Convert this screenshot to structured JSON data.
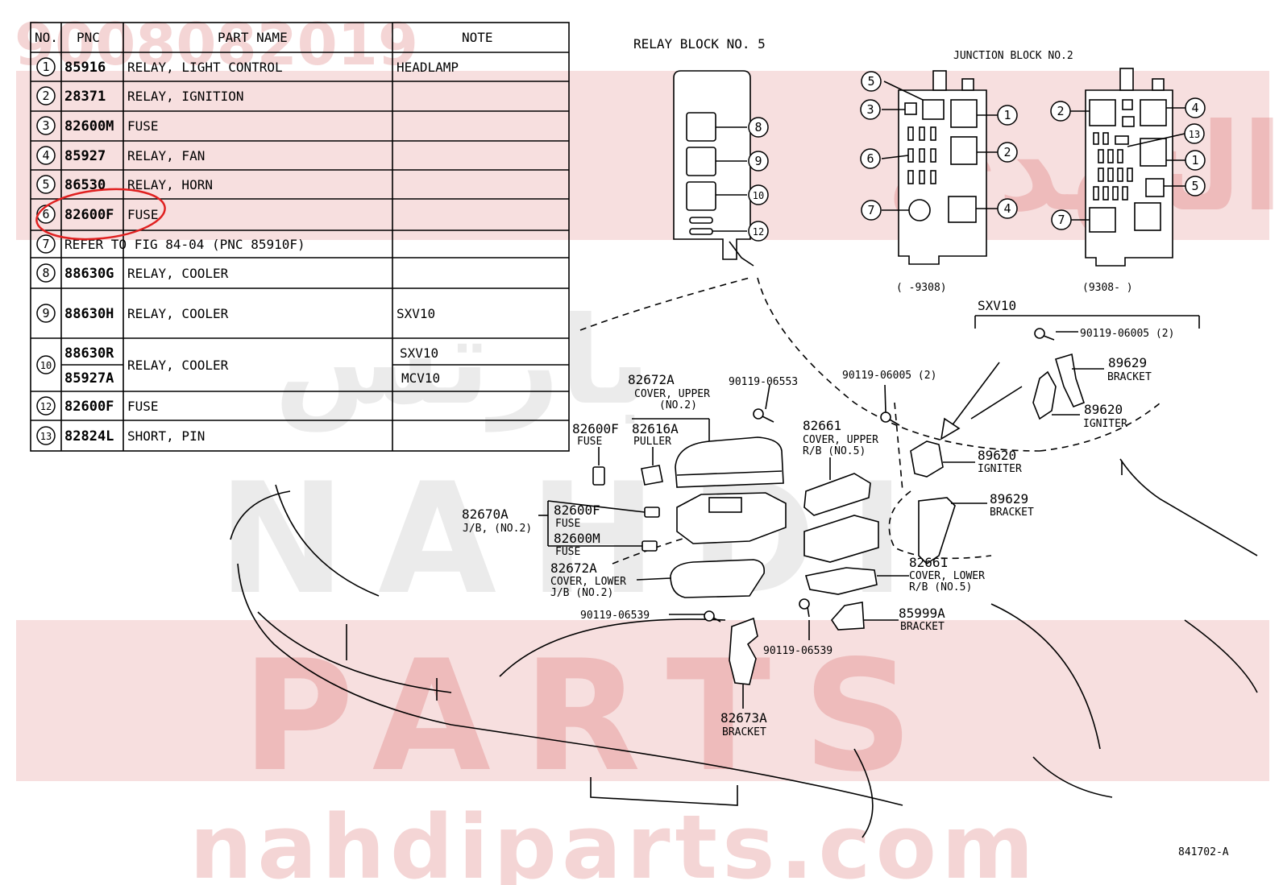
{
  "watermark": {
    "part_number": "9008082019",
    "arabic_top": "النهدي",
    "arabic_mid": "بارتس",
    "word1": "NAHDI",
    "word2": "PARTS",
    "site": "nahdiparts.com",
    "color": "#c81e1e"
  },
  "highlight_color": "#e02020",
  "table": {
    "headers": {
      "no": "NO.",
      "pnc": "PNC",
      "part_name": "PART NAME",
      "note": "NOTE"
    },
    "rows": [
      {
        "no": "1",
        "pnc": "85916",
        "name": "RELAY, LIGHT CONTROL",
        "note": "HEADLAMP"
      },
      {
        "no": "2",
        "pnc": "28371",
        "name": "RELAY, IGNITION",
        "note": ""
      },
      {
        "no": "3",
        "pnc": "82600M",
        "name": "FUSE",
        "note": ""
      },
      {
        "no": "4",
        "pnc": "85927",
        "name": "RELAY, FAN",
        "note": ""
      },
      {
        "no": "5",
        "pnc": "86530",
        "name": "RELAY, HORN",
        "note": ""
      },
      {
        "no": "6",
        "pnc": "82600F",
        "name": "FUSE",
        "note": ""
      },
      {
        "no": "7",
        "pnc": "",
        "name": "REFER TO FIG 84-04    (PNC 85910F)",
        "note": ""
      },
      {
        "no": "8",
        "pnc": "88630G",
        "name": "RELAY, COOLER",
        "note": ""
      },
      {
        "no": "9",
        "pnc": "88630H",
        "name": "RELAY, COOLER",
        "note": "SXV10"
      },
      {
        "no": "10",
        "pnc": "88630R",
        "pnc2": "85927A",
        "name": "RELAY, COOLER",
        "note": "SXV10",
        "note2": "MCV10"
      },
      {
        "no": "12",
        "pnc": "82600F",
        "name": "FUSE",
        "note": ""
      },
      {
        "no": "13",
        "pnc": "82824L",
        "name": "SHORT, PIN",
        "note": ""
      }
    ]
  },
  "relay_block": {
    "title": "RELAY BLOCK NO. 5",
    "callouts": [
      "8",
      "9",
      "10",
      "12"
    ]
  },
  "junction_block": {
    "title": "JUNCTION BLOCK NO.2",
    "left_range": "(      -9308)",
    "right_range": "(9308-      )",
    "left_callouts": [
      "5",
      "3",
      "6",
      "7",
      "1",
      "2",
      "4"
    ],
    "right_callouts": [
      "2",
      "4",
      "13",
      "1",
      "5",
      "7"
    ]
  },
  "labels": {
    "sxv10": "SXV10",
    "bolt_a": "90119-06005 (2)",
    "bracket_89629_a": "89629",
    "bracket_a": "BRACKET",
    "igniter_89620_a": "89620",
    "igniter_a": "IGNITER",
    "bolt_b": "90119-06005 (2)",
    "bolt_c": "90119-06553",
    "cover_upper_no2_pnc": "82672A",
    "cover_upper_no2_1": "COVER, UPPER",
    "cover_upper_no2_2": "(NO.2)",
    "fuse_82600f_pnc": "82600F",
    "fuse_82600f": "FUSE",
    "puller_pnc": "82616A",
    "puller": "PULLER",
    "cover_upper_rb_pnc": "82661",
    "cover_upper_rb_1": "COVER, UPPER",
    "cover_upper_rb_2": "R/B (NO.5)",
    "igniter_89620_b": "89620",
    "igniter_b": "IGNITER",
    "bracket_89629_b": "89629",
    "bracket_b": "BRACKET",
    "jb_pnc": "82670A",
    "jb": "J/B, (NO.2)",
    "fuse_f_pnc": "82600F",
    "fuse_f": "FUSE",
    "fuse_m_pnc": "82600M",
    "fuse_m": "FUSE",
    "cover_lower_no2_pnc": "82672A",
    "cover_lower_no2_1": "COVER, LOWER",
    "cover_lower_no2_2": "J/B (NO.2)",
    "cover_lower_rb_pnc": "82661",
    "cover_lower_rb_1": "COVER, LOWER",
    "cover_lower_rb_2": "R/B (NO.5)",
    "bolt_d": "90119-06539",
    "bracket_85999_pnc": "85999A",
    "bracket_85999": "BRACKET",
    "bolt_e": "90119-06539",
    "bracket_82673_pnc": "82673A",
    "bracket_82673": "BRACKET"
  },
  "figure_id": "841702-A"
}
